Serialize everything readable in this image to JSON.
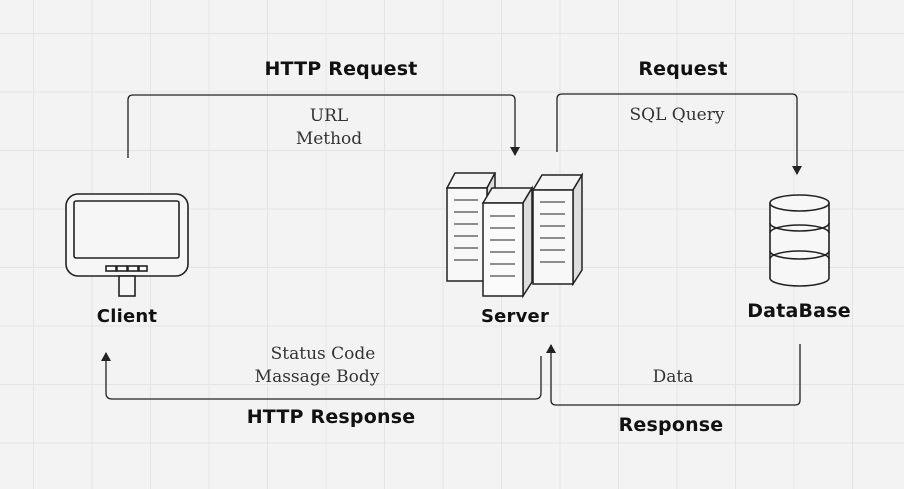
{
  "labels": {
    "http_request": "HTTP Request",
    "request": "Request",
    "http_response": "HTTP Response",
    "response": "Response",
    "url": "URL",
    "method": "Method",
    "sql_query": "SQL Query",
    "status_code": "Status Code",
    "massage_body": "Massage Body",
    "data": "Data"
  },
  "nodes": {
    "client": "Client",
    "server": "Server",
    "database": "DataBase"
  },
  "colors": {
    "background": "#f3f3f3",
    "grid": "#e4e4e4",
    "stroke": "#222222",
    "text": "#111111"
  },
  "icons": {
    "client": "monitor-icon",
    "server": "server-rack-icon",
    "database": "database-cylinder-icon"
  }
}
